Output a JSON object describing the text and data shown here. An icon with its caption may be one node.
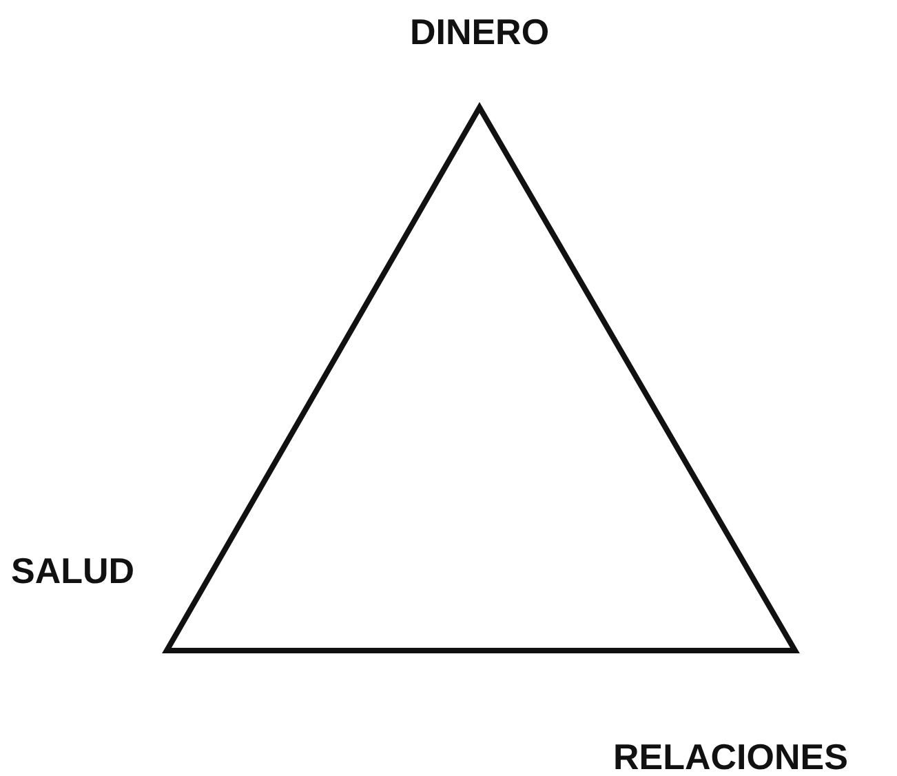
{
  "diagram": {
    "labels": [
      "DINERO",
      "SALUD",
      "RELACIONES"
    ]
  }
}
